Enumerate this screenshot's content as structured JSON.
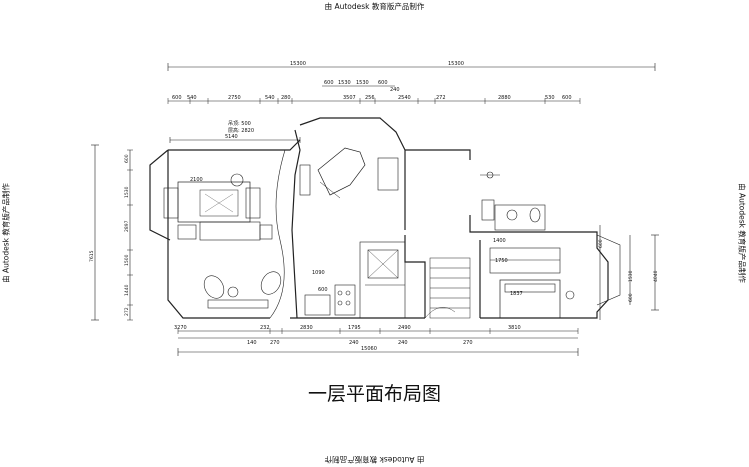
{
  "watermark": {
    "top": "由 Autodesk 教育版产品制作",
    "bottom": "由 Autodesk 教育版产品制作",
    "left": "由 Autodesk 教育版产品制作",
    "right": "由 Autodesk 教育版产品制作"
  },
  "title": "一层平面布局图",
  "dims_top_total": [
    "15300",
    "15300"
  ],
  "dims_top_segments": [
    "600",
    "540",
    "2750",
    "540",
    "280",
    "3507",
    "256",
    "2540",
    "272",
    "2880",
    "530",
    "600"
  ],
  "dims_bay": [
    "600",
    "1530",
    "1530",
    "600"
  ],
  "dim_bay_small": "240",
  "dim_living_width": "5140",
  "dims_bottom_segments": [
    "3270",
    "232",
    "2830",
    "1795",
    "2490",
    "3810"
  ],
  "dims_bottom_sub": [
    "140",
    "270",
    "240",
    "240",
    "270"
  ],
  "dim_bottom_total": "15060",
  "dims_left": [
    "600",
    "1530",
    "2897",
    "1500",
    "1440",
    "272"
  ],
  "dim_left_total": "7615",
  "dims_right": [
    "600",
    "1530",
    "600",
    "4040"
  ],
  "plan_labels": {
    "ceiling_height": "层高: 2820",
    "ceiling_drop": "吊顶: 500",
    "sofa_dim": "2100",
    "stair_dim": "1090",
    "kitchen_dim": "600",
    "wc_dim": "1400",
    "bath_dim": "1750",
    "bed_dim": "1837"
  }
}
